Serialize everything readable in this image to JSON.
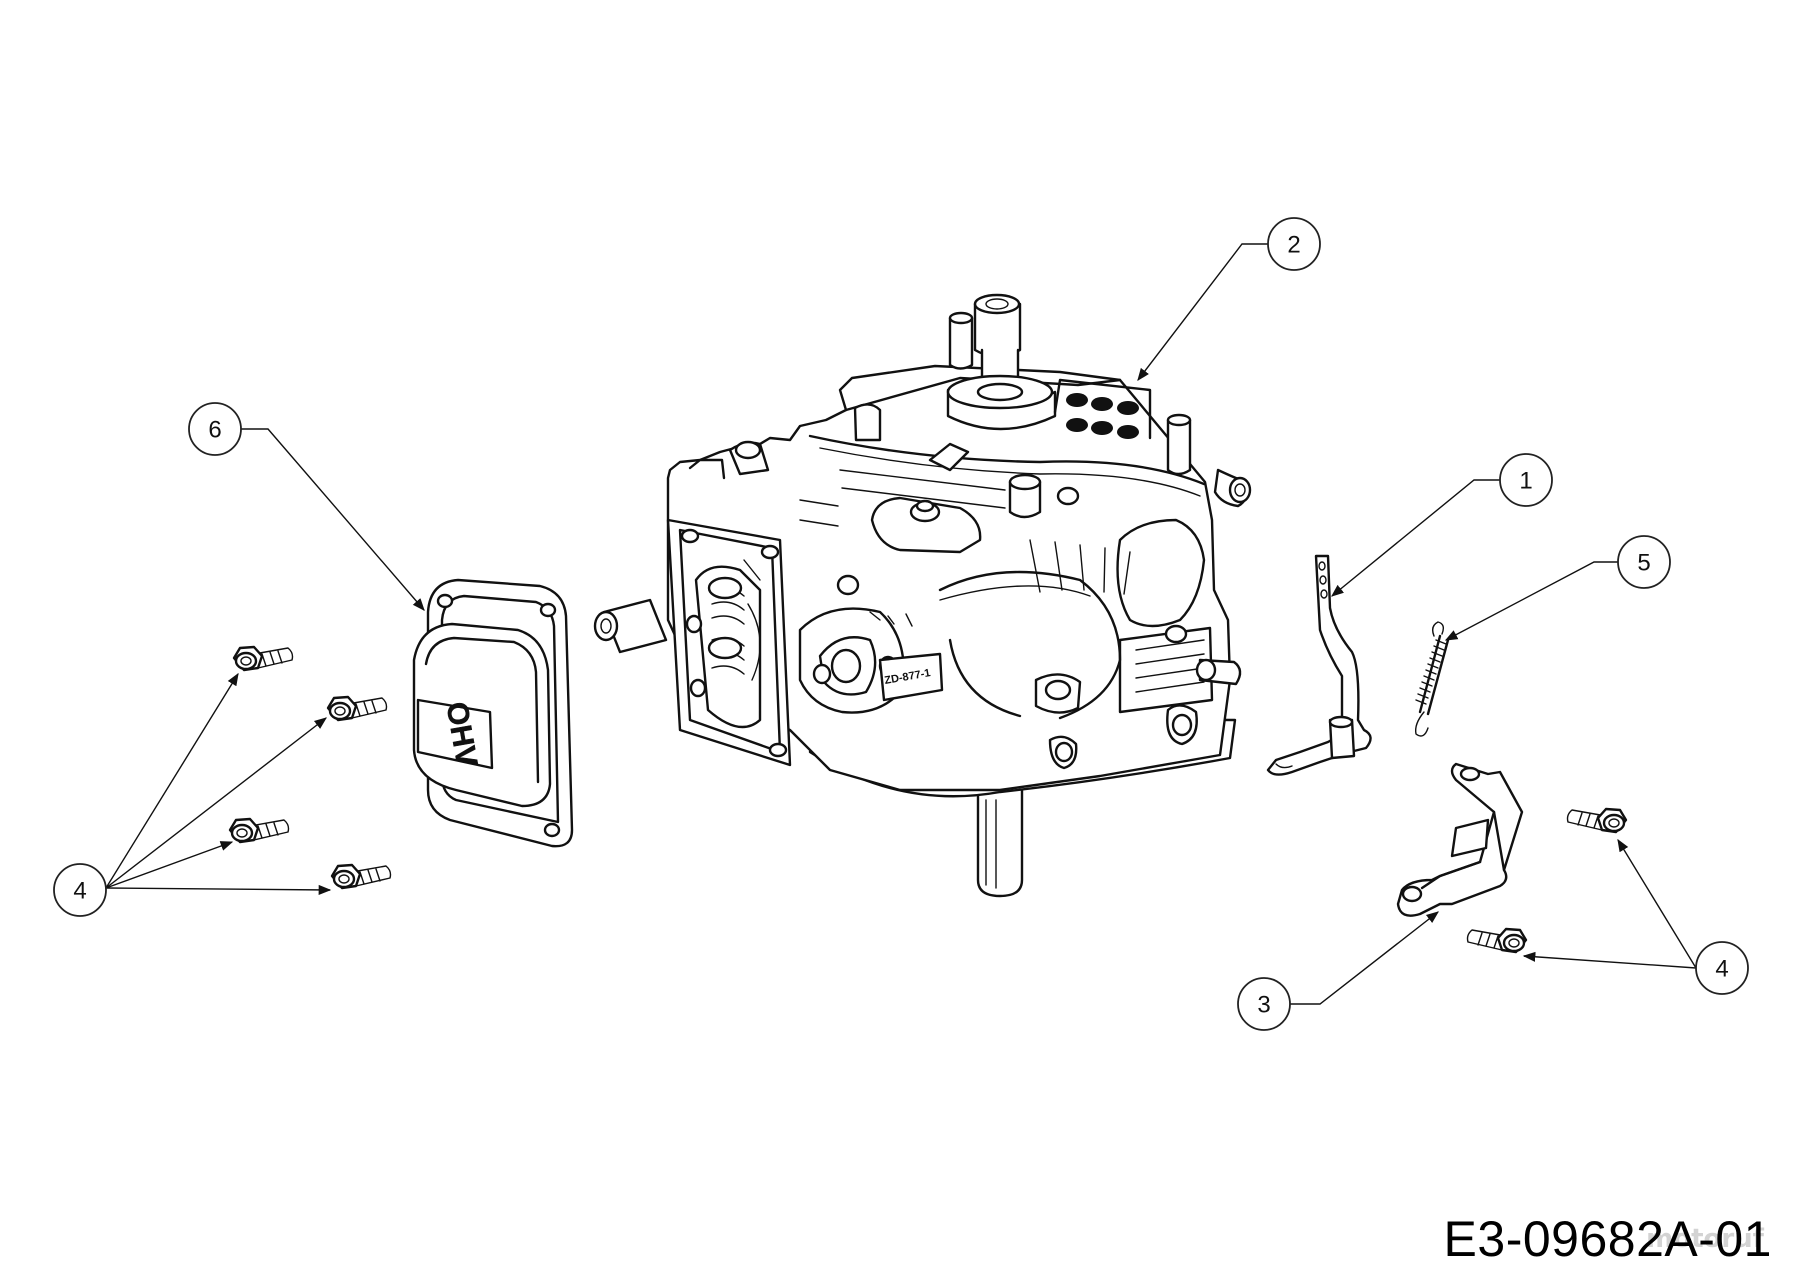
{
  "diagram": {
    "drawing_number": "E3-09682A-01",
    "callouts": [
      {
        "id": "1",
        "label": "1"
      },
      {
        "id": "2",
        "label": "2"
      },
      {
        "id": "3",
        "label": "3"
      },
      {
        "id": "4a",
        "label": "4"
      },
      {
        "id": "4b",
        "label": "4"
      },
      {
        "id": "5",
        "label": "5"
      },
      {
        "id": "6",
        "label": "6"
      }
    ],
    "valve_cover_embossing": "OHV",
    "engine_block_marking": "ZD-877-1",
    "watermark": "motoruf"
  }
}
